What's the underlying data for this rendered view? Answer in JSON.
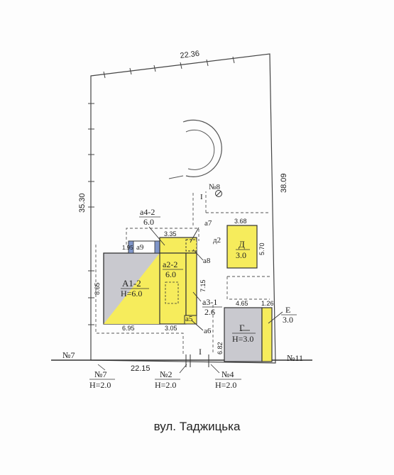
{
  "colors": {
    "yellow": "#f6ec5c",
    "gray": "#c9c9cf",
    "blue": "#7f95c8",
    "line": "#333333"
  },
  "plot": {
    "dim_top": "22.36",
    "dim_left": "35.30",
    "dim_right": "38.09",
    "dim_bottom": "22.15"
  },
  "buildings": {
    "a1": {
      "code": "А1-2",
      "height": "Н=6.0",
      "dim_w": "6.95",
      "dim_h": "8.65"
    },
    "a2": {
      "code": "а2-2",
      "height": "6.0",
      "dim_h": "7.15",
      "dim_w": "3.05"
    },
    "a3": {
      "code": "а3-1",
      "height": "2.6"
    },
    "a4": {
      "code": "а4-2",
      "height": "6.0",
      "dim_w": "3.35"
    },
    "a5": {
      "code": "а5"
    },
    "a6": {
      "code": "а6"
    },
    "a7": {
      "code": "а7"
    },
    "a8": {
      "code": "а8"
    },
    "a9": {
      "code": "а9",
      "dim": "1.95"
    },
    "d": {
      "code": "Д",
      "height": "3.0",
      "dim_w": "3.68",
      "dim_h": "5.70"
    },
    "d2": {
      "code": "д2"
    },
    "g": {
      "code": "Г",
      "height": "Н=3.0",
      "dim_w": "4.65",
      "dim_h": "6.82"
    },
    "e": {
      "code": "Е",
      "height": "3.0",
      "dim_w": "1.26"
    }
  },
  "well": {
    "code": "№8"
  },
  "gate_mark": "I",
  "gate_mark_top": "I",
  "neighbors": {
    "n7_left": "№7",
    "n11": "№11",
    "n7": {
      "code": "№7",
      "height": "Н=2.0"
    },
    "n2": {
      "code": "№2",
      "height": "Н=2.0"
    },
    "n4": {
      "code": "№4",
      "height": "Н=2.0"
    }
  },
  "street": "вул. Таджицька"
}
